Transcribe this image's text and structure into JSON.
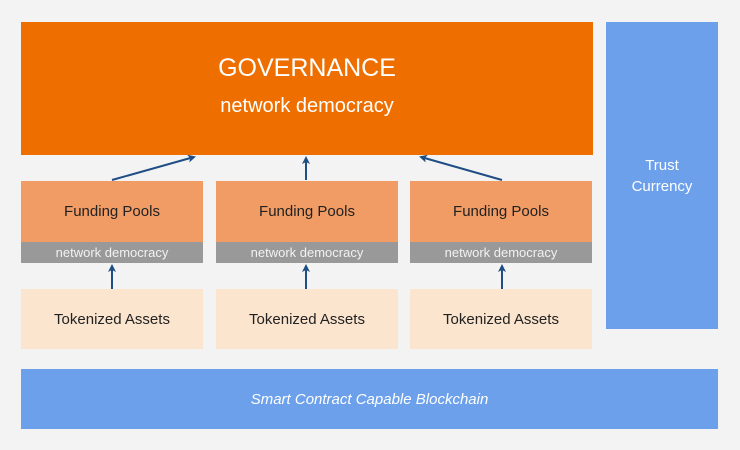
{
  "governance": {
    "title": "GOVERNANCE",
    "subtitle": "network democracy"
  },
  "columns": [
    {
      "funding": "Funding Pools",
      "band": "network democracy",
      "assets": "Tokenized Assets"
    },
    {
      "funding": "Funding Pools",
      "band": "network democracy",
      "assets": "Tokenized Assets"
    },
    {
      "funding": "Funding Pools",
      "band": "network democracy",
      "assets": "Tokenized Assets"
    }
  ],
  "trust": {
    "line1": "Trust",
    "line2": "Currency"
  },
  "blockchain": "Smart Contract Capable Blockchain",
  "colors": {
    "governance": "#ee6f00",
    "funding": "#f19c65",
    "band": "#999999",
    "assets": "#fbe5cf",
    "blue": "#6ca0ea",
    "arrow": "#1f4e85"
  }
}
